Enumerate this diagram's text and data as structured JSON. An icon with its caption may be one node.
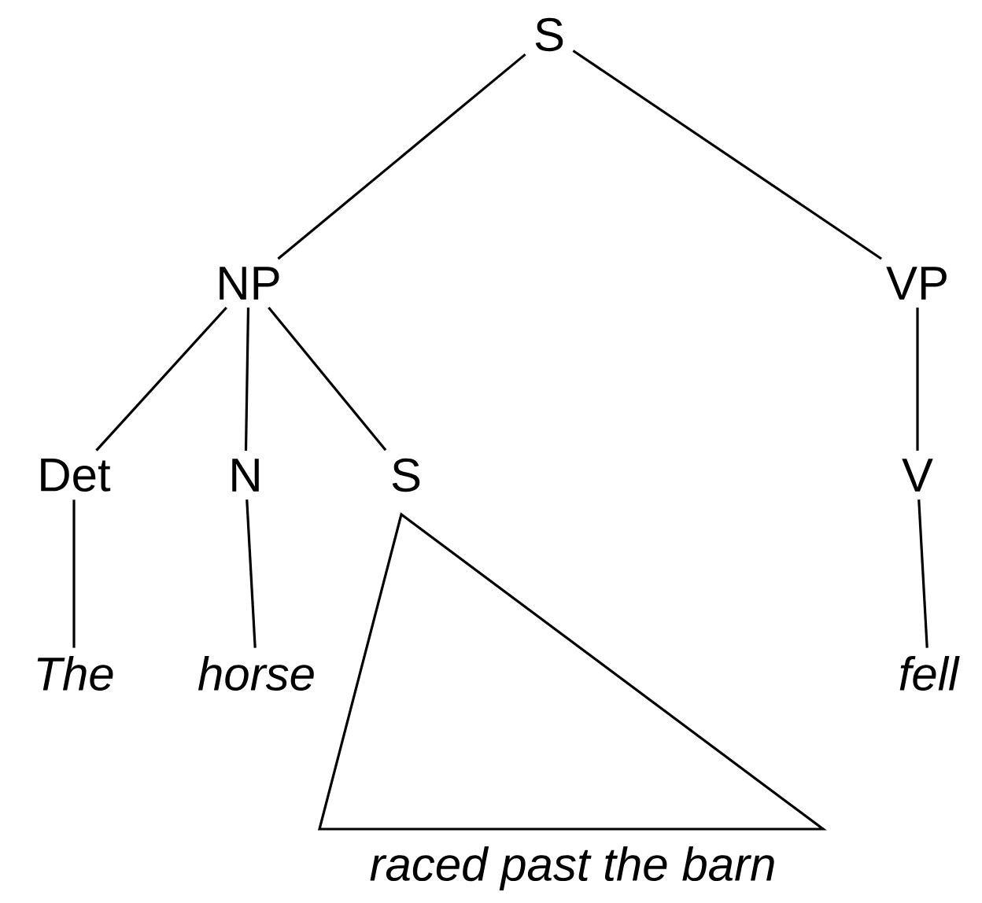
{
  "diagram": {
    "nodes": [
      {
        "text": [
          "S"
        ]
      },
      {
        "text": [
          "NP"
        ]
      },
      {
        "text": [
          "VP"
        ]
      },
      {
        "text": [
          "Det"
        ]
      },
      {
        "text": [
          "N"
        ]
      },
      {
        "text": [
          "S"
        ]
      },
      {
        "text": [
          "V"
        ]
      },
      {
        "text": [
          "The"
        ]
      },
      {
        "text": [
          "horse"
        ]
      },
      {
        "text": [
          "raced past the barn"
        ]
      },
      {
        "text": [
          "fell"
        ]
      }
    ],
    "edges": [
      {
        "from": 0,
        "to": 1,
        "arrow": "none"
      },
      {
        "from": 0,
        "to": 2,
        "arrow": "none"
      },
      {
        "from": 1,
        "to": 3,
        "arrow": "none"
      },
      {
        "from": 1,
        "to": 4,
        "arrow": "none"
      },
      {
        "from": 1,
        "to": 5,
        "arrow": "none"
      },
      {
        "from": 2,
        "to": 6,
        "arrow": "none"
      },
      {
        "from": 3,
        "to": 7,
        "arrow": "none"
      },
      {
        "from": 4,
        "to": 8,
        "arrow": "none"
      },
      {
        "from": 6,
        "to": 10,
        "arrow": "none"
      }
    ]
  }
}
